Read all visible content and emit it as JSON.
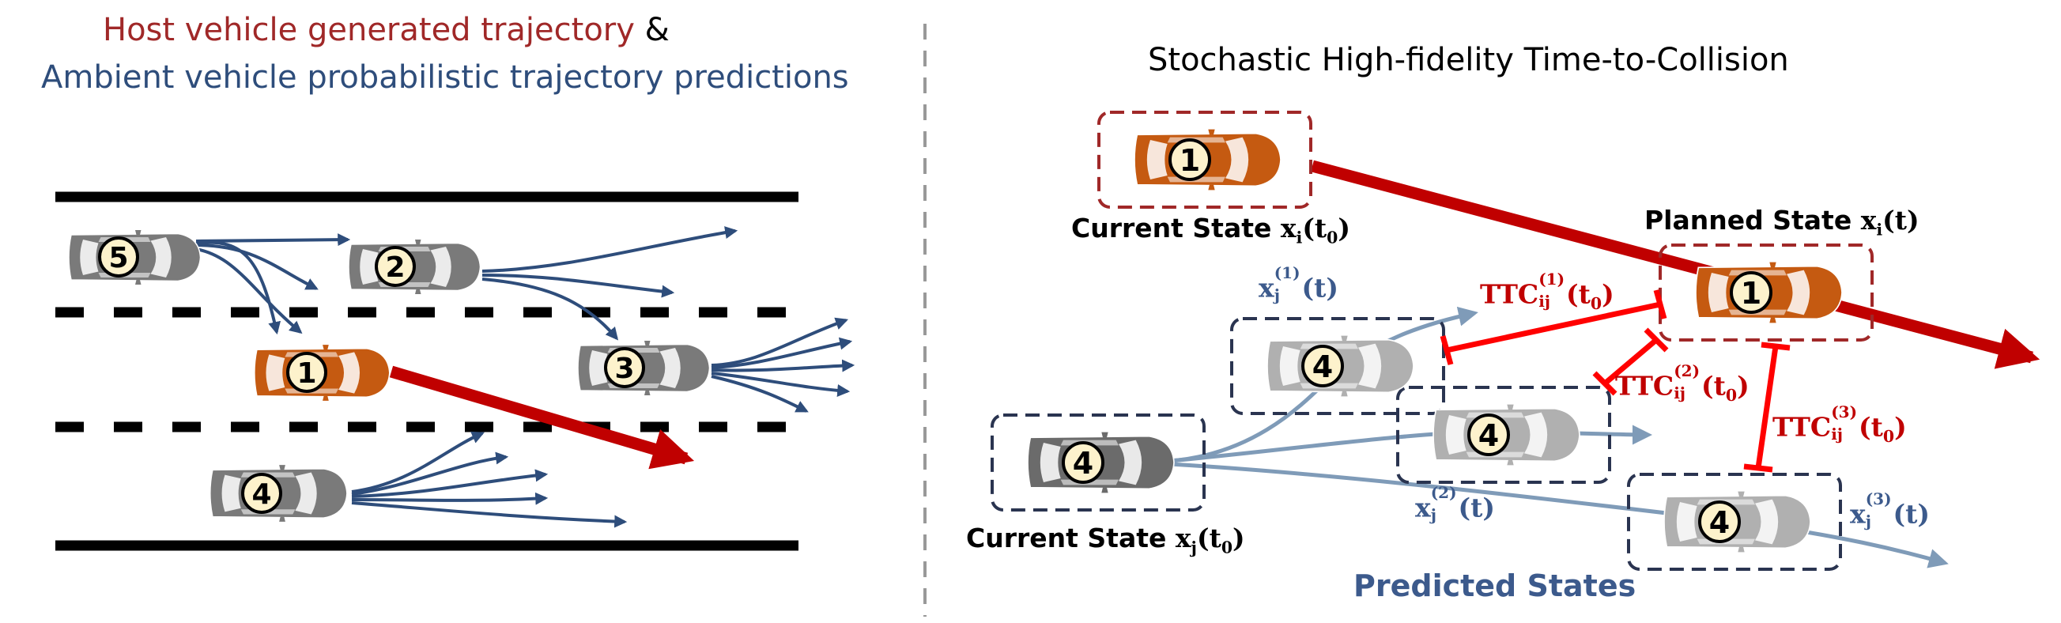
{
  "left_panel": {
    "title_line1_red": "Host vehicle generated trajectory",
    "title_line1_amp": " &",
    "title_line2_blue": "Ambient vehicle probabilistic trajectory predictions",
    "cars": [
      {
        "id": "5",
        "role": "ambient"
      },
      {
        "id": "2",
        "role": "ambient"
      },
      {
        "id": "1",
        "role": "host"
      },
      {
        "id": "3",
        "role": "ambient"
      },
      {
        "id": "4",
        "role": "ambient"
      }
    ]
  },
  "right_panel": {
    "title": "Stochastic High-fidelity Time-to-Collision",
    "host_current_label": "Current State ",
    "host_current_sym": "x",
    "host_current_sub": "i",
    "host_current_arg": "(t",
    "host_current_arg_sub": "0",
    "host_current_close": ")",
    "host_planned_label": "Planned State ",
    "host_planned_sym": "x",
    "host_planned_sub": "i",
    "host_planned_arg": "(t)",
    "ambient_current_label": "Current State ",
    "ambient_current_sym": "x",
    "ambient_current_sub": "j",
    "ambient_current_arg": "(t",
    "ambient_current_arg_sub": "0",
    "ambient_current_close": ")",
    "predicted_label": "Predicted States",
    "pred_sym": "x",
    "pred_sub": "j",
    "pred_arg": "(t)",
    "pred_sups": [
      "(1)",
      "(2)",
      "(3)"
    ],
    "ttc_name": "TTC",
    "ttc_sub": "ij",
    "ttc_sups": [
      "(1)",
      "(2)",
      "(3)"
    ],
    "ttc_arg": "(t",
    "ttc_arg_sub": "0",
    "ttc_close": ")",
    "car_ids": {
      "host": "1",
      "ambient": "4"
    }
  },
  "colors": {
    "host_red": "#a02828",
    "host_car": "#c55a11",
    "arrow_red": "#c00000",
    "ttc_red": "#ff0000",
    "ambient_blue": "#2e4d7b",
    "pred_blue": "#7f9bb8",
    "label_blue": "#3c5a8c",
    "car_gray": "#7a7a7a",
    "car_light": "#b0b0b0",
    "divider": "#999999",
    "lane_black": "#000000",
    "badge": "#fdf2cc"
  }
}
